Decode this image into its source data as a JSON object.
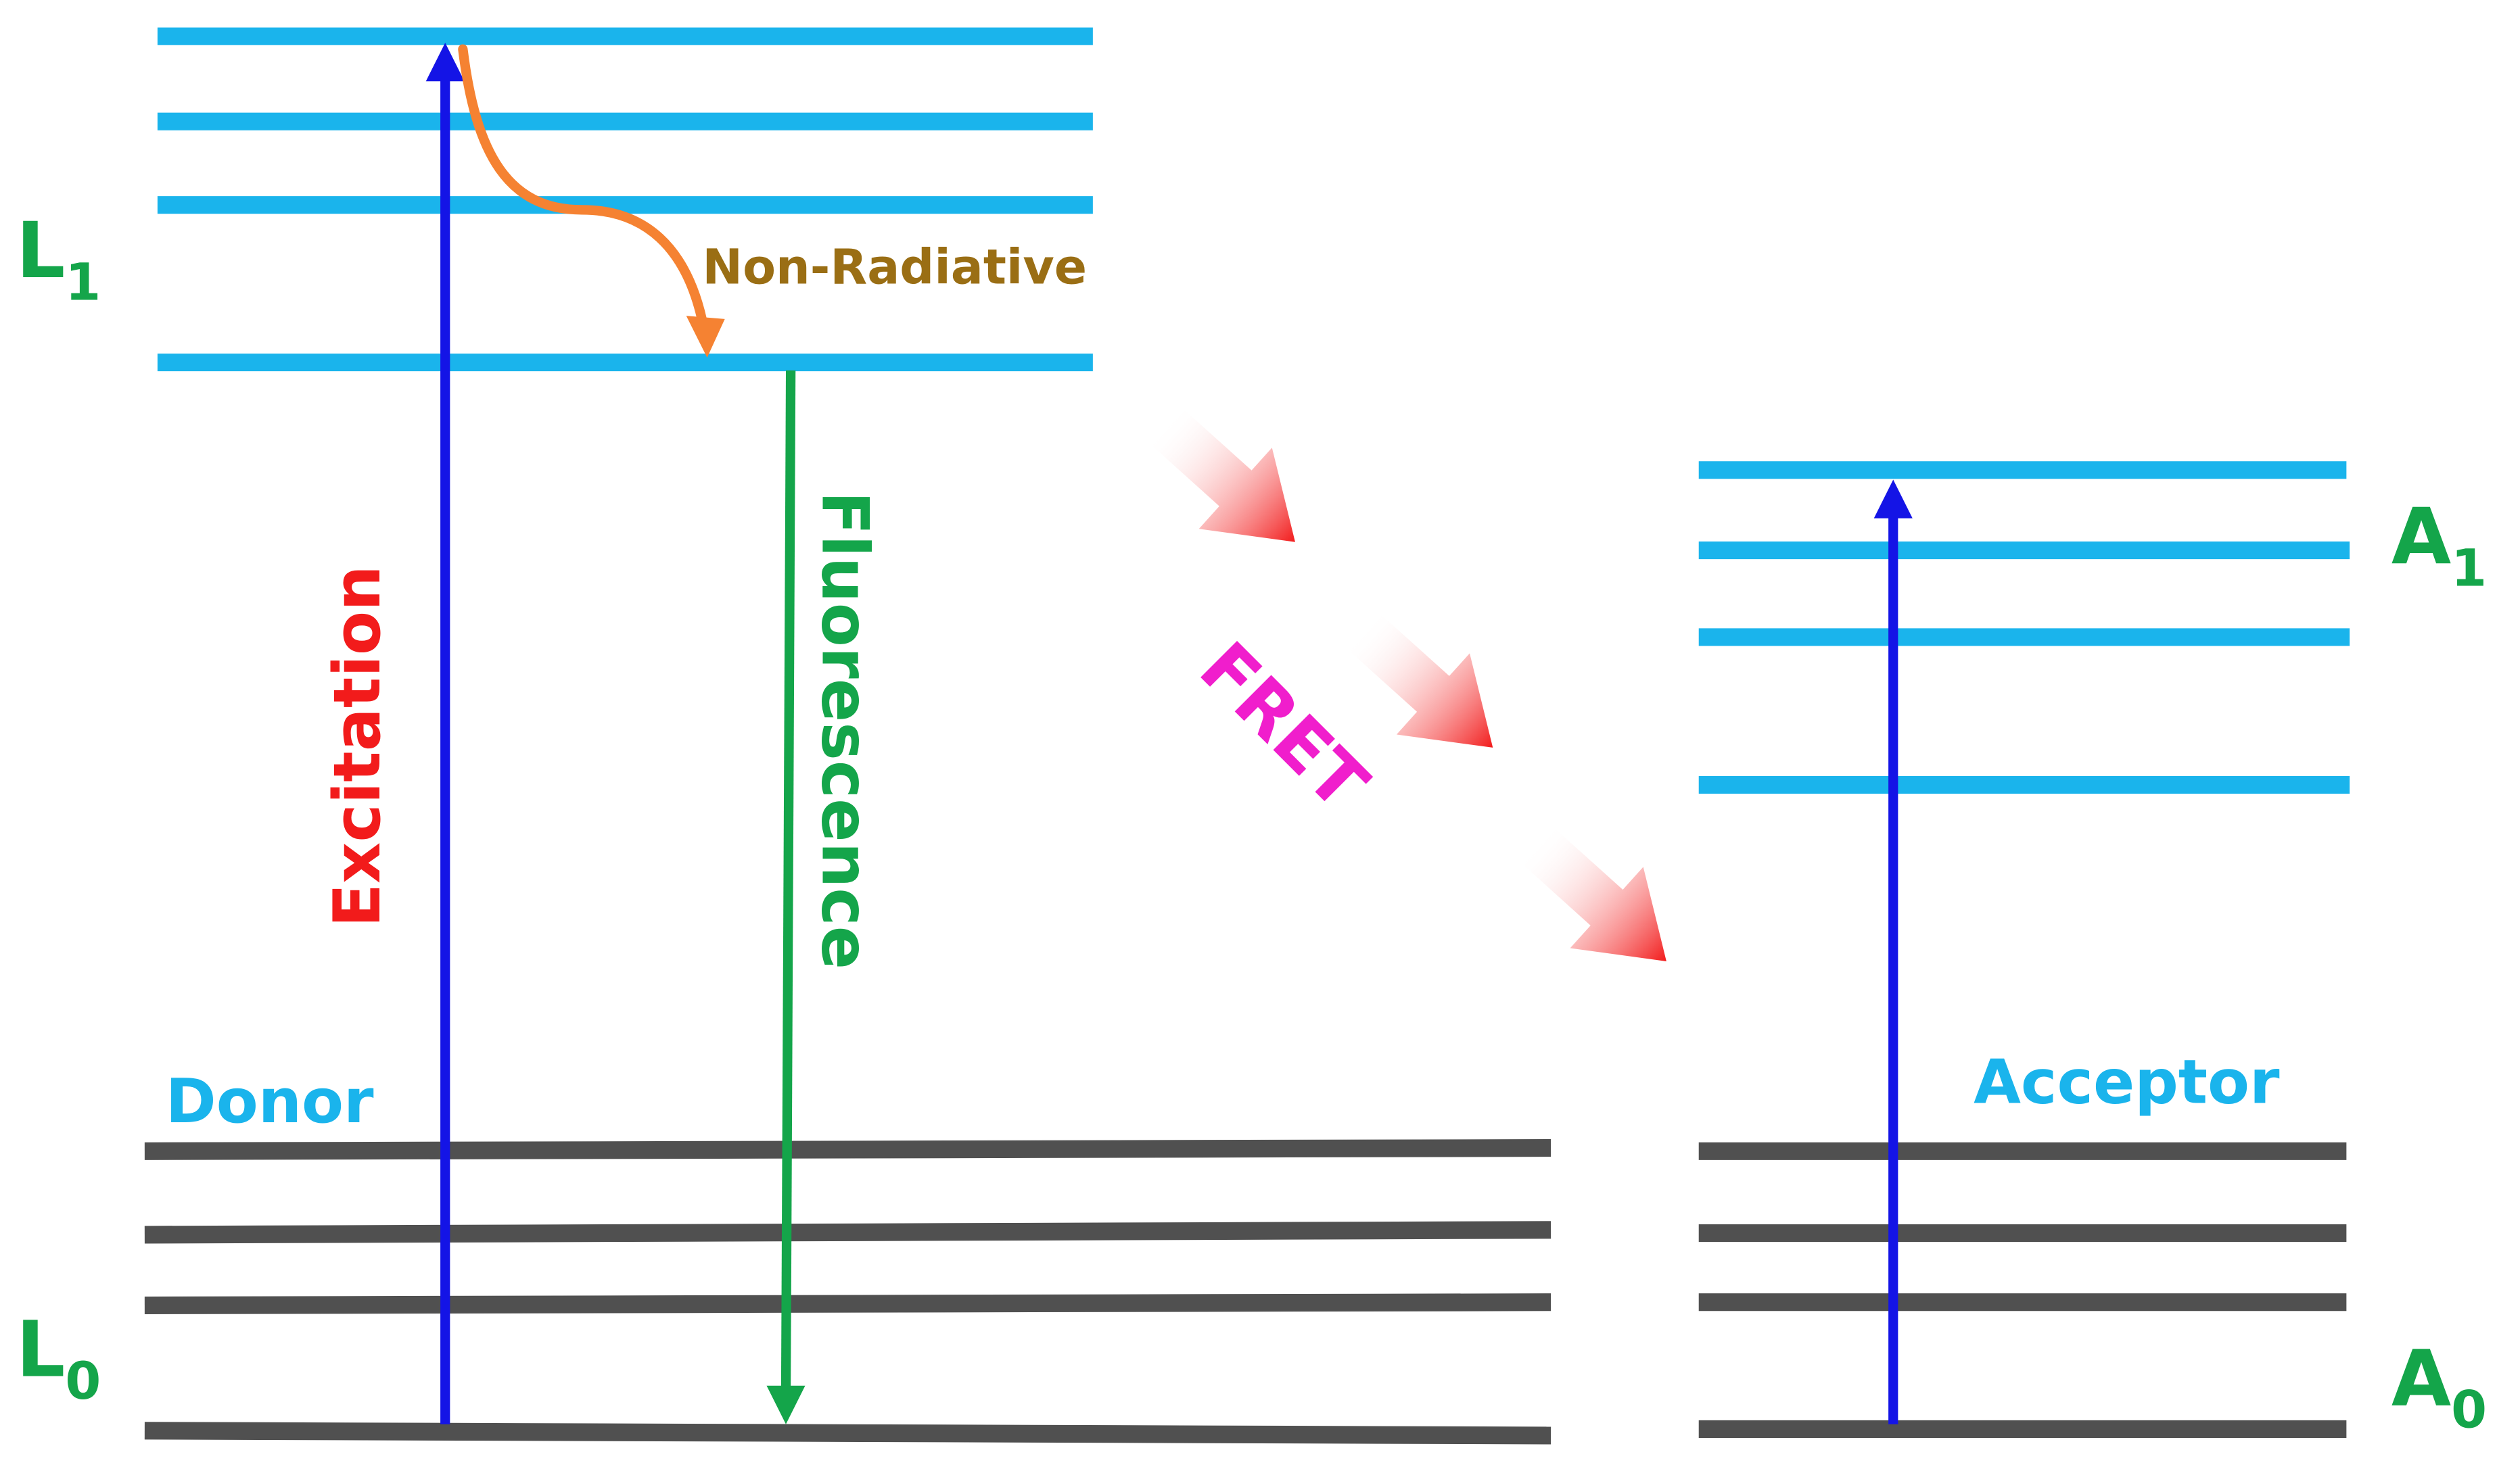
{
  "colors": {
    "excited_level": "#1AB4EC",
    "ground_level": "#505050",
    "excitation_arrow": "#1414E6",
    "fluorescence_arrow": "#14A54A",
    "non_radiative_arrow": "#F58232",
    "fret_arrow": "#F21B1B",
    "level_label": "#14A54A",
    "molecule_label": "#1AB4EC",
    "excitation_label": "#F21B1B",
    "fluorescence_label": "#14A54A",
    "non_radiative_label": "#9A6E14",
    "fret_label": "#F01ECC"
  },
  "labels": {
    "donor_excited_state": "L",
    "donor_excited_state_sub": "1",
    "donor_ground_state": "L",
    "donor_ground_state_sub": "0",
    "acceptor_excited_state": "A",
    "acceptor_excited_state_sub": "1",
    "acceptor_ground_state": "A",
    "acceptor_ground_state_sub": "0",
    "donor": "Donor",
    "acceptor": "Acceptor",
    "excitation": "Excitation",
    "fluorescence": "Fluorescence",
    "non_radiative": "Non-Radiative",
    "fret": "FRET"
  }
}
